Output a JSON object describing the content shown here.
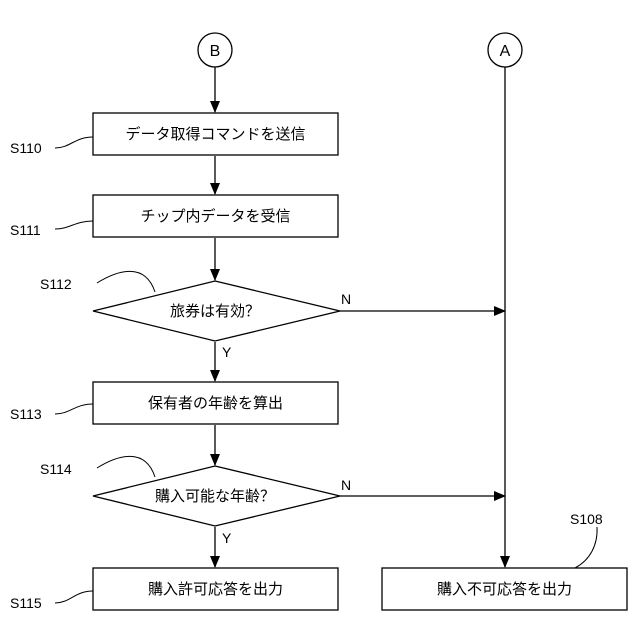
{
  "connectors": {
    "b": "B",
    "a": "A"
  },
  "steps": {
    "s110": {
      "label": "S110",
      "text": "データ取得コマンドを送信"
    },
    "s111": {
      "label": "S111",
      "text": "チップ内データを受信"
    },
    "s112": {
      "label": "S112",
      "text": "旅券は有効？"
    },
    "s113": {
      "label": "S113",
      "text": "保有者の年齢を算出"
    },
    "s114": {
      "label": "S114",
      "text": "購入可能な年齢？"
    },
    "s115": {
      "label": "S115",
      "text": "購入許可応答を出力"
    },
    "s108": {
      "label": "S108",
      "text": "購入不可応答を出力"
    }
  },
  "branches": {
    "s112_no": "N",
    "s112_yes": "Y",
    "s114_no": "N",
    "s114_yes": "Y"
  },
  "colors": {
    "stroke": "#000000",
    "background": "#ffffff"
  }
}
